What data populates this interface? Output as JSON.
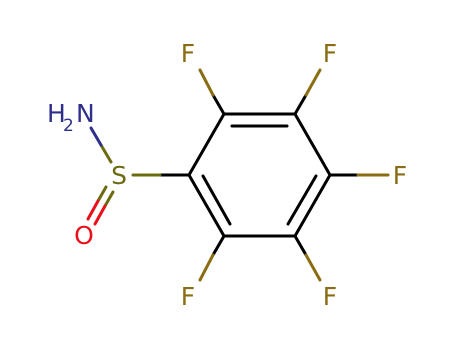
{
  "molecule": {
    "atoms": {
      "f_top_left": {
        "text": "F",
        "color": "#8a6d12"
      },
      "f_top_right": {
        "text": "F",
        "color": "#8a6d12"
      },
      "f_right": {
        "text": "F",
        "color": "#8a6d12"
      },
      "f_bottom_left": {
        "text": "F",
        "color": "#8a6d12"
      },
      "f_bottom_right": {
        "text": "F",
        "color": "#8a6d12"
      },
      "sulfur": {
        "text": "S",
        "color": "#6b6b10"
      },
      "oxygen": {
        "text": "O",
        "color": "#e8101a"
      },
      "nitrogen": {
        "element": "N",
        "hydrogen": "H",
        "count": "2",
        "color": "#2e2e8c"
      }
    },
    "colors": {
      "bond": "#000000",
      "fluorine": "#8a6d12",
      "sulfur": "#6b6b10",
      "oxygen": "#e8101a",
      "nitrogen": "#2e2e8c"
    }
  }
}
